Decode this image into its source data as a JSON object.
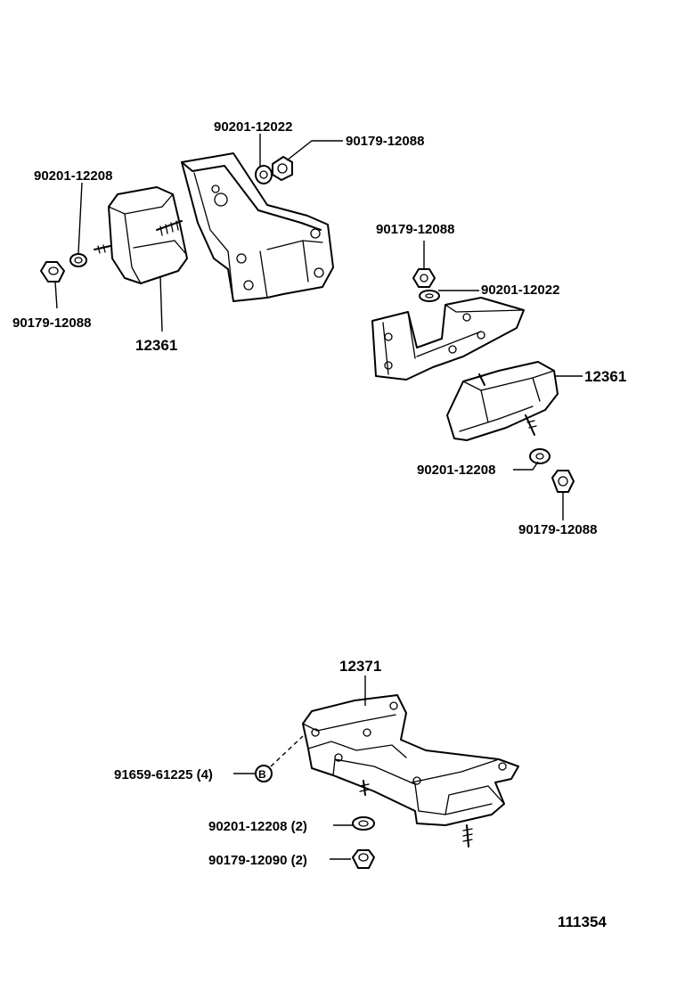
{
  "labels": {
    "top_washer_right": "90201-12022",
    "top_nut_right": "90179-12088",
    "left_washer": "90201-12208",
    "left_nut": "90179-12088",
    "left_insulator": "12361",
    "right_nut_top": "90179-12088",
    "right_washer_top": "90201-12022",
    "right_insulator": "12361",
    "right_washer_bottom": "90201-12208",
    "right_nut_bottom": "90179-12088",
    "rear_insulator": "12371",
    "rear_bolt": "91659-61225 (4)",
    "rear_washer": "90201-12208 (2)",
    "rear_nut": "90179-12090 (2)",
    "figure_number": "111354",
    "bolt_marker": "B"
  }
}
